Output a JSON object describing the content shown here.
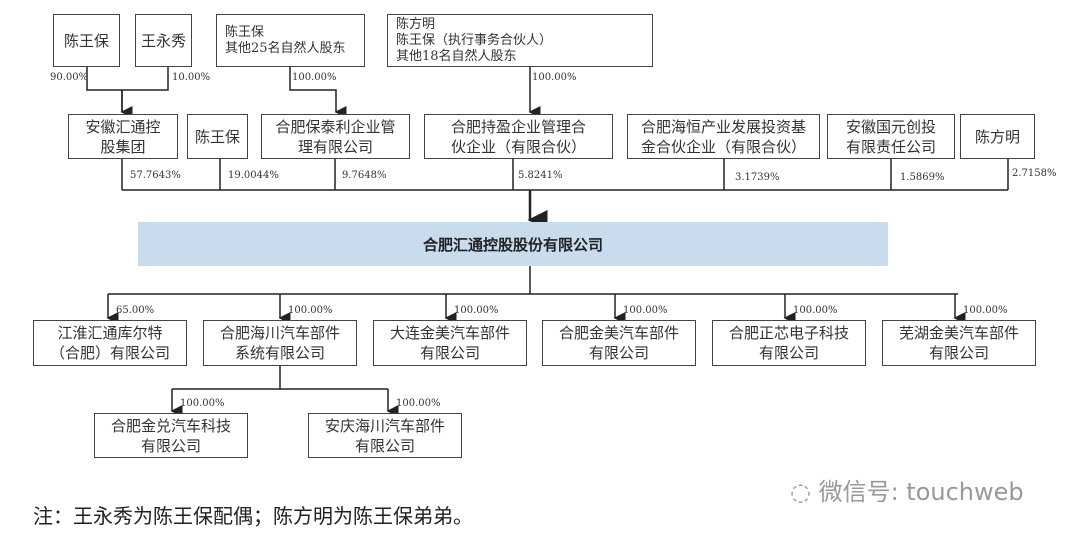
{
  "shareholders_top": [
    "陈王保",
    "王永秀"
  ],
  "box_bzl_owners": [
    "陈王保",
    "其他25名自然人股东"
  ],
  "box_cy_owners": [
    "陈方明",
    "陈王保（执行事务合伙人）",
    "其他18名自然人股东"
  ],
  "top_pcts": [
    "90.00%",
    "10.00%",
    "100.00%",
    "100.00%"
  ],
  "shareholders": [
    {
      "name": [
        "安徽汇通控",
        "股集团"
      ],
      "pct": "57.7643%"
    },
    {
      "name": [
        "陈王保"
      ],
      "pct": "19.0044%"
    },
    {
      "name": [
        "合肥保泰利企业管",
        "理有限公司"
      ],
      "pct": "9.7648%"
    },
    {
      "name": [
        "合肥持盈企业管理合",
        "伙企业（有限合伙）"
      ],
      "pct": "5.8241%"
    },
    {
      "name": [
        "合肥海恒产业发展投资基",
        "金合伙企业（有限合伙）"
      ],
      "pct": "3.1739%"
    },
    {
      "name": [
        "安徽国元创投",
        "有限责任公司"
      ],
      "pct": "1.5869%"
    },
    {
      "name": [
        "陈方明"
      ],
      "pct": "2.7158%"
    }
  ],
  "company": "合肥汇通控股股份有限公司",
  "subsidiaries": [
    {
      "name": [
        "江淮汇通库尔特",
        "（合肥）有限公司"
      ],
      "pct": "65.00%"
    },
    {
      "name": [
        "合肥海川汽车部件",
        "系统有限公司"
      ],
      "pct": "100.00%"
    },
    {
      "name": [
        "大连金美汽车部件",
        "有限公司"
      ],
      "pct": "100.00%"
    },
    {
      "name": [
        "合肥金美汽车部件",
        "有限公司"
      ],
      "pct": "100.00%"
    },
    {
      "name": [
        "合肥正芯电子科技",
        "有限公司"
      ],
      "pct": "100.00%"
    },
    {
      "name": [
        "芜湖金美汽车部件",
        "有限公司"
      ],
      "pct": "100.00%"
    }
  ],
  "sub_subsidiaries": [
    {
      "name": [
        "合肥金兑汽车科技",
        "有限公司"
      ],
      "pct": "100.00%"
    },
    {
      "name": [
        "安庆海川汽车部件",
        "有限公司"
      ],
      "pct": "100.00%"
    }
  ],
  "note": "注：王永秀为陈王保配偶；陈方明为陈王保弟弟。",
  "watermark": "微信号: touchweb"
}
